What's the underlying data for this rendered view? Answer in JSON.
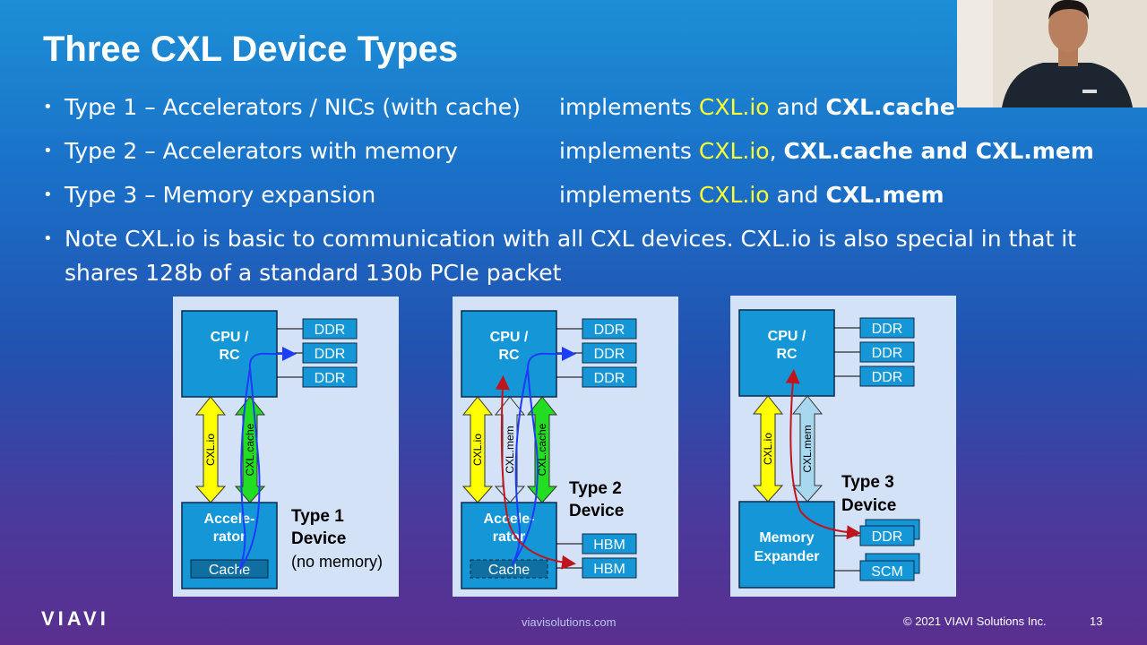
{
  "slide": {
    "title": "Three CXL Device Types",
    "bullets": [
      {
        "left": "Type 1 – Accelerators / NICs (with cache)",
        "right_prefix": "implements ",
        "right_yellow": "CXL.io",
        "right_mid": " and ",
        "right_bold": "CXL.cache"
      },
      {
        "left": "Type 2 – Accelerators with memory",
        "right_prefix": "implements ",
        "right_yellow": "CXL.io",
        "right_mid": ", ",
        "right_bold": "CXL.cache and CXL.mem"
      },
      {
        "left": "Type 3 – Memory expansion",
        "right_prefix": "implements ",
        "right_yellow": "CXL.io",
        "right_mid": " and ",
        "right_bold": "CXL.mem"
      }
    ],
    "note_line1": "Note CXL.io is basic to communication with all CXL devices.  CXL.io is also special in that it",
    "note_line2": "shares 128b of a standard 130b PCIe packet"
  },
  "diagrams": {
    "cpu_line1": "CPU /",
    "cpu_line2": "RC",
    "ddr": "DDR",
    "cxl_io": "CXL.io",
    "cxl_cache": "CXL.cache",
    "cxl_mem": "CXL.mem",
    "accel_line1": "Accele-",
    "accel_line2": "rator",
    "cache": "Cache",
    "hbm": "HBM",
    "mem_exp_line1": "Memory",
    "mem_exp_line2": "Expander",
    "scm": "SCM",
    "type1_line1": "Type 1",
    "type1_line2": "Device",
    "type1_line3": "(no memory)",
    "type2_line1": "Type 2",
    "type2_line2": "Device",
    "type3_line1": "Type 3",
    "type3_line2": "Device"
  },
  "footer": {
    "logo": "VIAVI",
    "url": "viavisolutions.com",
    "copyright": "© 2021 VIAVI Solutions Inc.",
    "page": "13"
  },
  "colors": {
    "box_blue": "#1596d6",
    "panel_bg": "#d3e2f6",
    "arrow_yellow": "#ffff00",
    "arrow_green": "#22dd22",
    "arrow_lightblue": "#a8d8f0",
    "trace_blue": "#1c3cff",
    "trace_red": "#c0141c"
  }
}
